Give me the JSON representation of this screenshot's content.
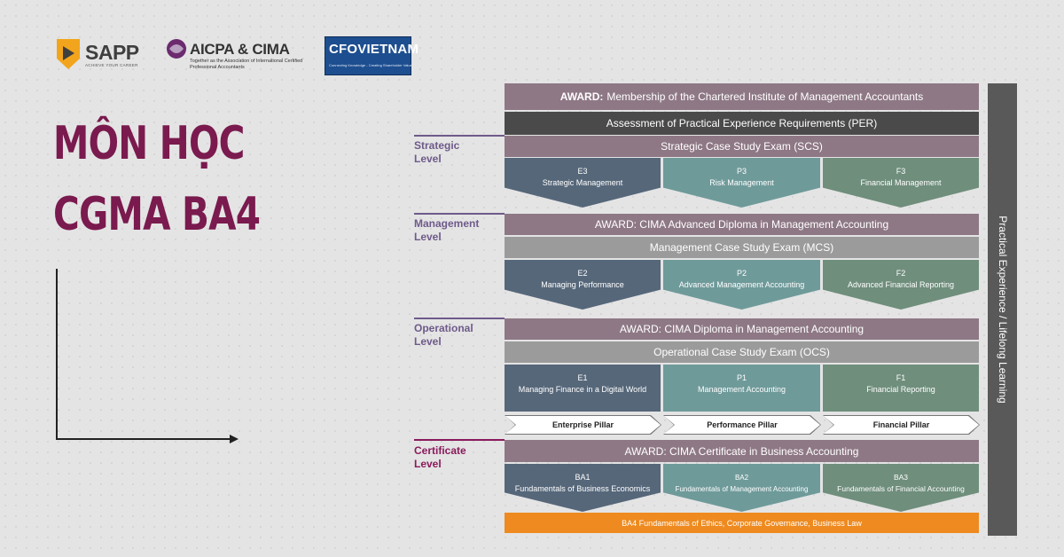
{
  "logos": {
    "sapp": {
      "name": "SAPP",
      "tagline": "ACHIEVE YOUR CAREER"
    },
    "aicpa": {
      "name": "AICPA & CIMA",
      "subtitle": "Together as the Association of International Certified Professional Accountants"
    },
    "cfo": {
      "name": "CFOVIETNAM",
      "tagline": "Connecting Knowledge - Creating Shareholder Value"
    }
  },
  "title": {
    "line1": "MÔN HỌC",
    "line2": "CGMA BA4"
  },
  "diagram": {
    "strategic": {
      "level": "Strategic\nLevel",
      "award_prefix": "AWARD:",
      "award": "Membership of the Chartered Institute of Management Accountants",
      "per": "Assessment of Practical Experience Requirements (PER)",
      "exam": "Strategic Case Study Exam (SCS)",
      "subjects": [
        {
          "code": "E3",
          "name": "Strategic Management"
        },
        {
          "code": "P3",
          "name": "Risk Management"
        },
        {
          "code": "F3",
          "name": "Financial Management"
        }
      ]
    },
    "management": {
      "level": "Management\nLevel",
      "award": "AWARD: CIMA Advanced Diploma in Management Accounting",
      "exam": "Management Case Study Exam (MCS)",
      "subjects": [
        {
          "code": "E2",
          "name": "Managing Performance"
        },
        {
          "code": "P2",
          "name": "Advanced Management Accounting"
        },
        {
          "code": "F2",
          "name": "Advanced Financial Reporting"
        }
      ]
    },
    "operational": {
      "level": "Operational\nLevel",
      "award": "AWARD: CIMA Diploma in Management Accounting",
      "exam": "Operational Case Study Exam (OCS)",
      "subjects": [
        {
          "code": "E1",
          "name": "Managing Finance in a Digital World"
        },
        {
          "code": "P1",
          "name": "Management Accounting"
        },
        {
          "code": "F1",
          "name": "Financial Reporting"
        }
      ]
    },
    "pillars": [
      "Enterprise Pillar",
      "Performance Pillar",
      "Financial Pillar"
    ],
    "certificate": {
      "level": "Certificate\nLevel",
      "award": "AWARD: CIMA Certificate in Business Accounting",
      "subjects": [
        {
          "code": "BA1",
          "name": "Fundamentals of Business Economics"
        },
        {
          "code": "BA2",
          "name": "Fundamentals of Management Accounting"
        },
        {
          "code": "BA3",
          "name": "Fundamentals of Financial Accounting"
        }
      ],
      "ba4": "BA4 Fundamentals of Ethics, Corporate Governance, Business Law"
    },
    "side_label": "Practical Experience / Lifelong Learning"
  },
  "colors": {
    "title": "#7a1a4e",
    "strategic_level": "#6e5a8a",
    "certificate_level": "#8a1a5c",
    "award_bar": "#8e7885",
    "enterprise": "#56677a",
    "performance": "#6f9a9a",
    "financial": "#6f8e7c",
    "ba4_bar": "#ee8a1f",
    "side_bar": "#595959"
  }
}
